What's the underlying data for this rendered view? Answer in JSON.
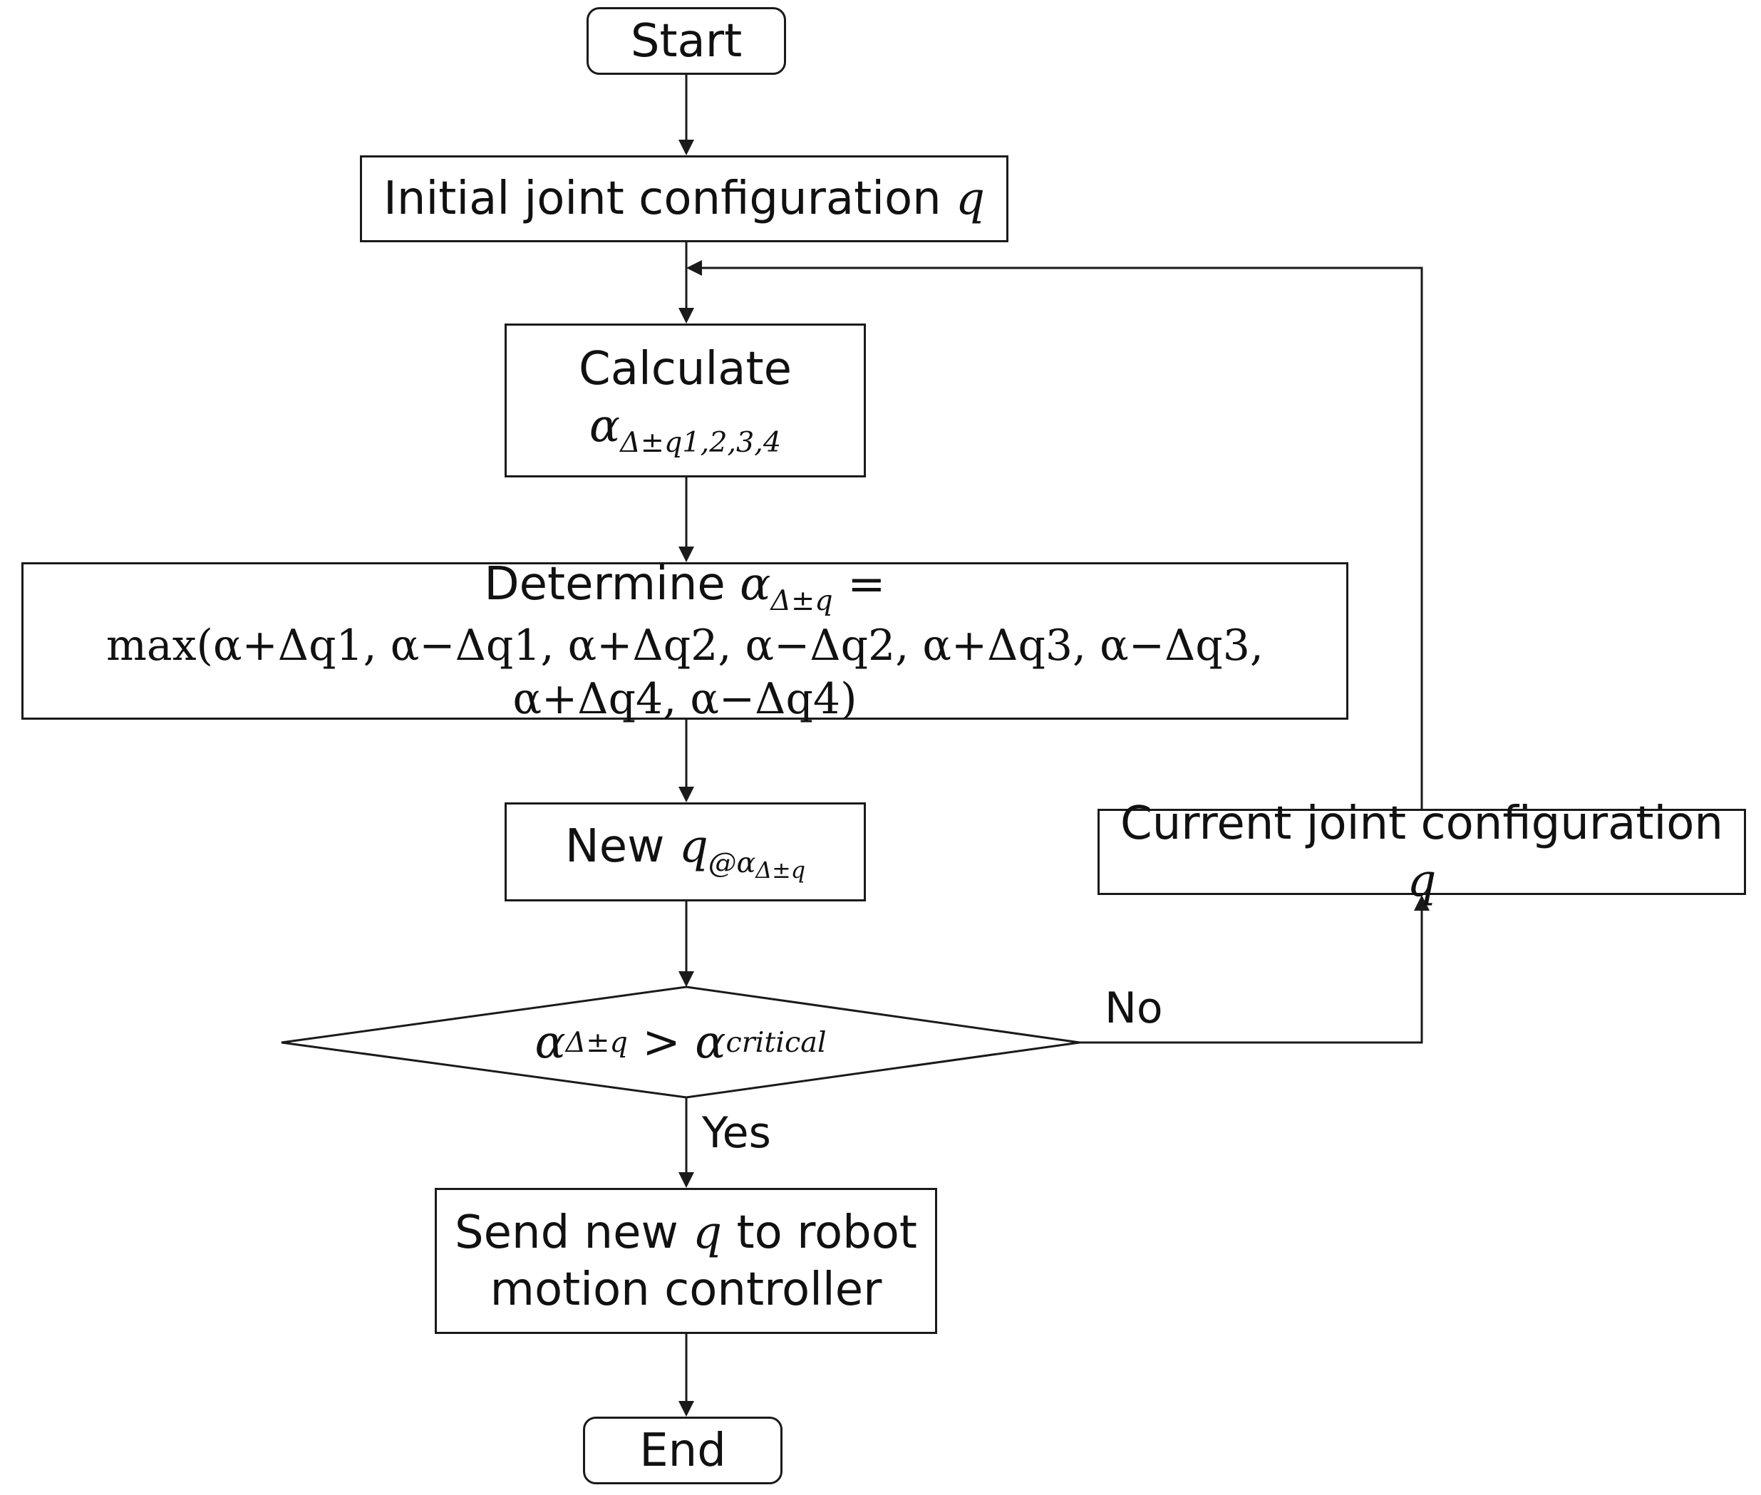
{
  "nodes": {
    "start": "Start",
    "init": {
      "text": "Initial joint configuration ",
      "var": "q"
    },
    "calc": {
      "line1": "Calculate",
      "alpha": "α",
      "sub": "Δ±q1,2,3,4"
    },
    "determine": {
      "word": "Determine ",
      "alpha": "α",
      "sub": "Δ±q",
      "equals": " =",
      "expr": "max(α+Δq1, α−Δq1, α+Δq2, α−Δq2, α+Δq3, α−Δq3, α+Δq4, α−Δq4)"
    },
    "newq": {
      "word": "New ",
      "var": "q",
      "sub_at": "@α",
      "sub_sub": "Δ±q"
    },
    "decision": {
      "lhs_alpha": "α",
      "lhs_sub": "Δ±q",
      "op": " > ",
      "rhs_alpha": "α",
      "rhs_sub": "critical"
    },
    "send": {
      "line1_pre": "Send new ",
      "line1_var": "q",
      "line1_post": " to robot",
      "line2": "motion controller"
    },
    "current": {
      "text": "Current joint configuration ",
      "var": "q"
    },
    "end": "End"
  },
  "edges": {
    "no_label": "No",
    "yes_label": "Yes"
  }
}
